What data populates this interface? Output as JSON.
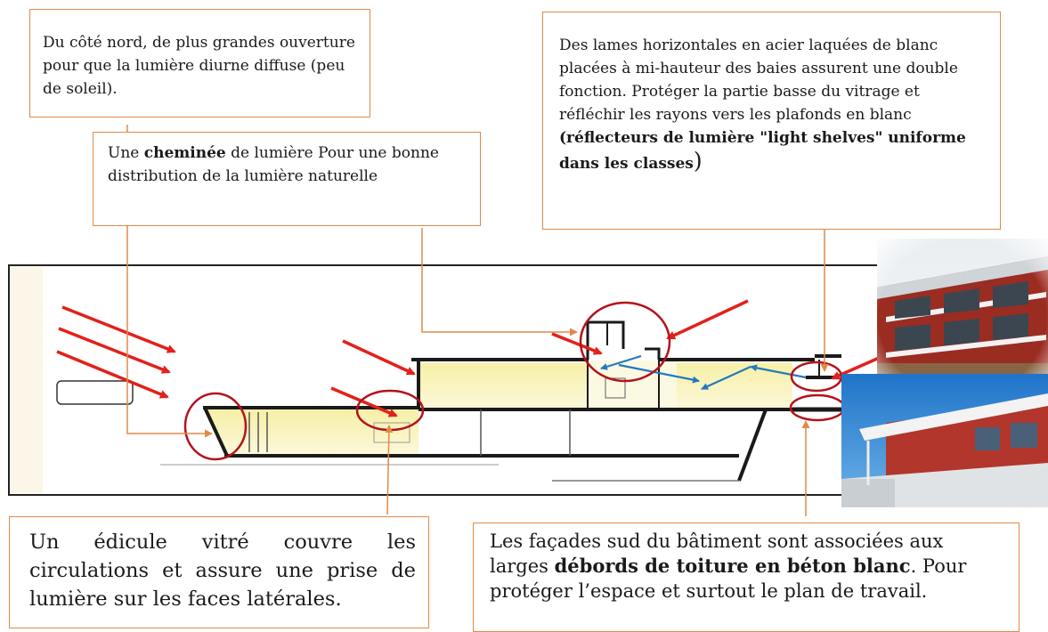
{
  "callouts": {
    "north": {
      "text": "Du côté nord, de plus grandes ouverture pour que la lumière diurne diffuse (peu de soleil)."
    },
    "chimney": {
      "pre": "Une ",
      "bold": "cheminée",
      "post": " de lumière Pour une  bonne distribution de la lumière naturelle"
    },
    "shelves": {
      "text": "Des lames horizontales en acier laquées de blanc placées à mi-hauteur des baies assurent une double fonction. Protéger la partie basse du vitrage et réfléchir les rayons vers les plafonds en blanc",
      "bold": "(réflecteurs de lumière  \"light shelves\"  uniforme dans les classes",
      "paren": ")"
    },
    "edicule": {
      "text": "Un édicule vitré couvre les circulations et assure une prise de lumière sur les faces latérales."
    },
    "facades": {
      "pre": "Les façades sud du bâtiment sont associées aux larges ",
      "bold": "débords de toiture en béton blanc",
      "post": ". Pour protéger l’espace et surtout le plan de travail."
    }
  },
  "colors": {
    "callout_border": "#e08a48",
    "leader_line": "#e08a48",
    "sun_arrow": "#e3201b",
    "highlight_circle": "#b5121b",
    "reflection_arrow": "#2378c1",
    "daylight_fill": "#f6f0a8",
    "facade_red": "#a9342a",
    "sky_blue": "#2f88d8"
  },
  "icons": {
    "sun": "sun-ray-arrow",
    "reflection": "reflection-arrow",
    "highlight": "highlight-circle"
  }
}
